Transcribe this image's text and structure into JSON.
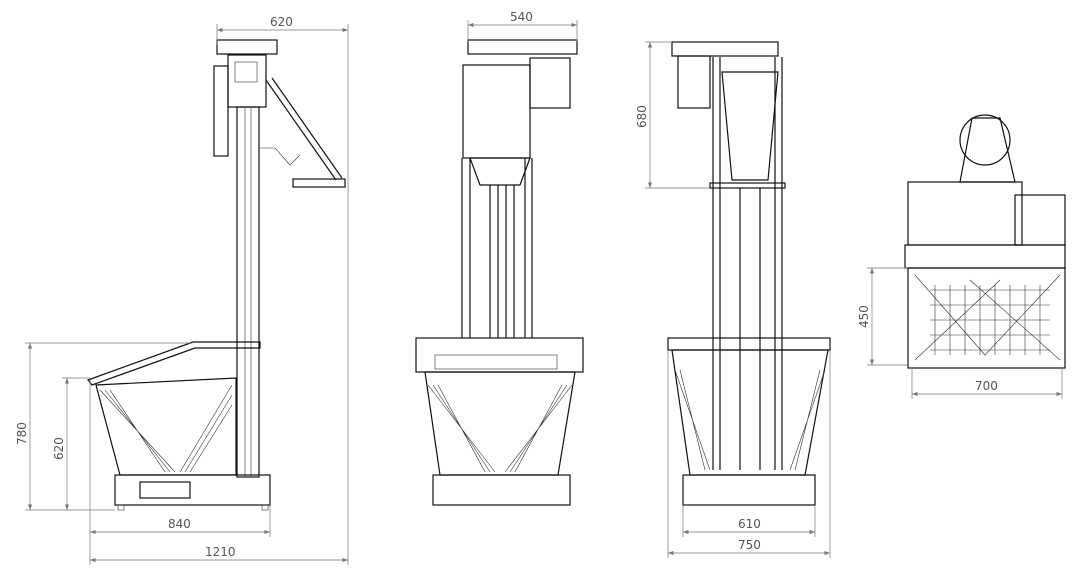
{
  "side_view": {
    "top_width": "620",
    "total_height": "780",
    "hopper_height": "620",
    "base_length": "840",
    "total_length": "1210"
  },
  "front_view": {
    "top_width": "540"
  },
  "rear_view": {
    "upper_height": "680",
    "base_width": "610",
    "hopper_width": "750"
  },
  "top_view": {
    "hopper_depth": "450",
    "hopper_width": "700"
  }
}
